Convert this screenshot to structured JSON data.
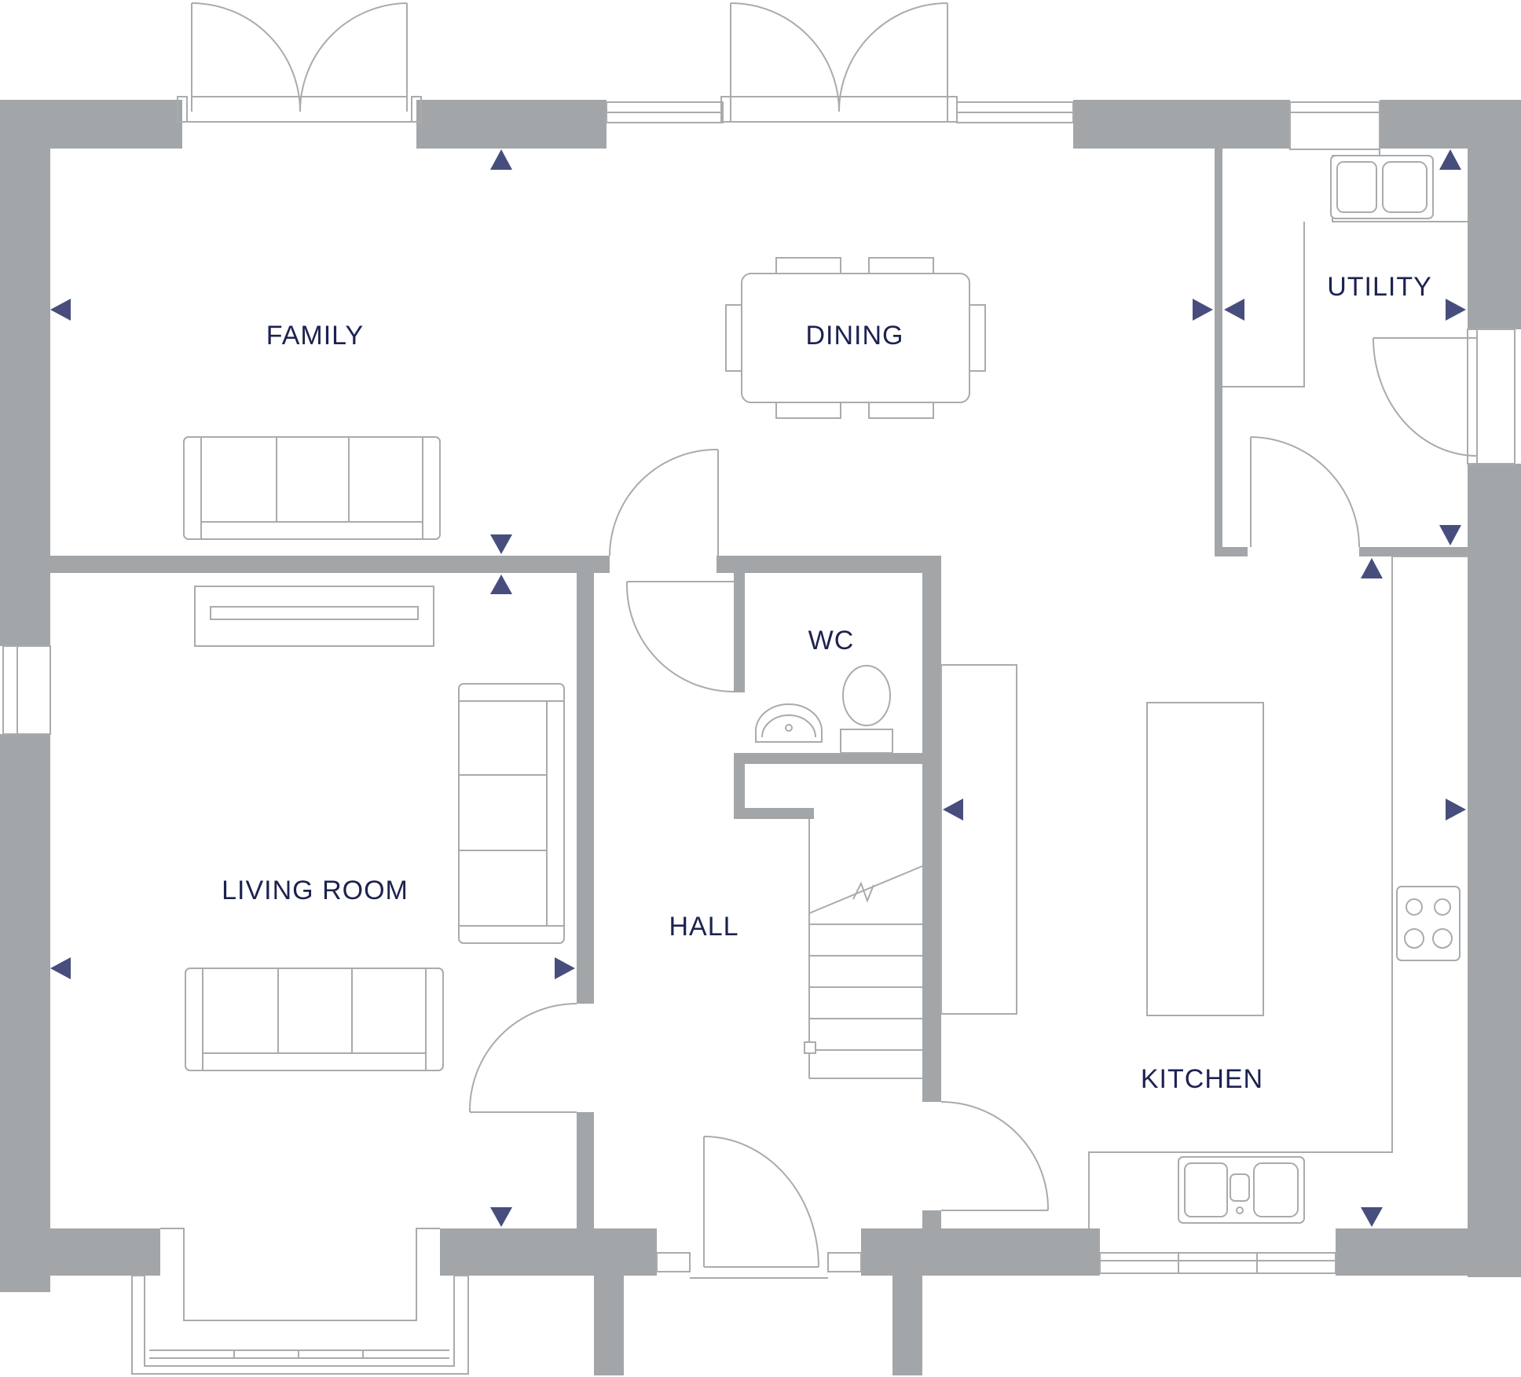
{
  "rooms": {
    "family": "FAMILY",
    "dining": "DINING",
    "utility": "UTILITY",
    "wc": "WC",
    "living_room": "LIVING ROOM",
    "hall": "HALL",
    "kitchen": "KITCHEN"
  },
  "colors": {
    "wall": "#a3a6a8",
    "line": "#a9abad",
    "arrow": "#474e7d",
    "label": "#1c2250"
  }
}
